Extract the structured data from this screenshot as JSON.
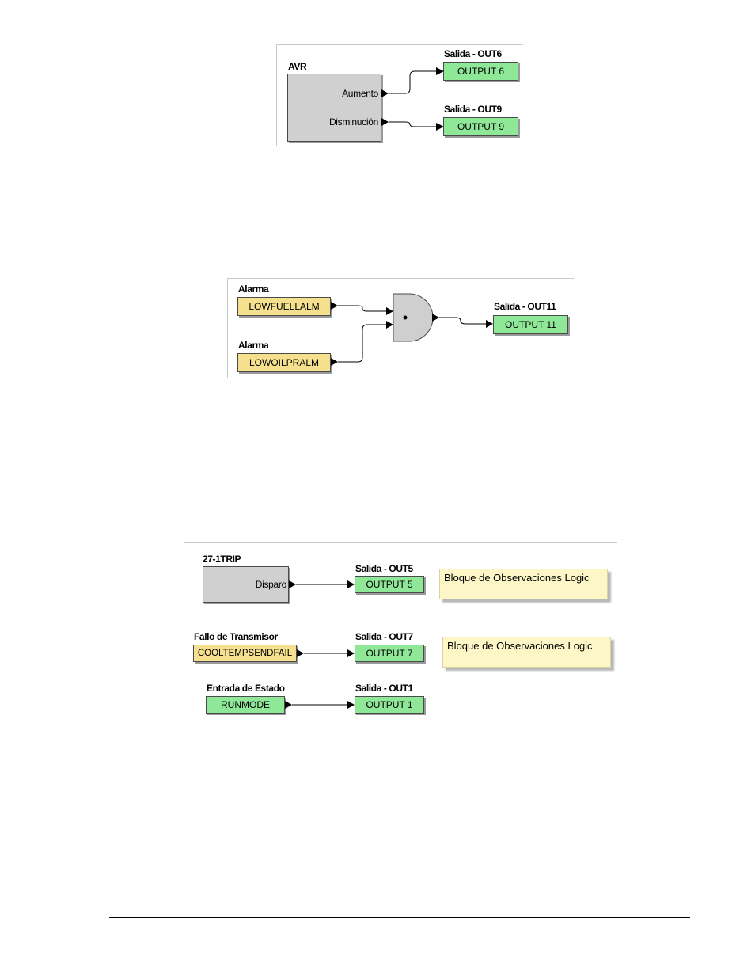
{
  "diagram1": {
    "avr_title": "AVR",
    "port_up": "Aumento",
    "port_down": "Disminución",
    "out_a_title": "Salida - OUT6",
    "out_a_label": "OUTPUT 6",
    "out_b_title": "Salida - OUT9",
    "out_b_label": "OUTPUT 9"
  },
  "diagram2": {
    "alarm1_title": "Alarma",
    "alarm1_label": "LOWFUELLALM",
    "alarm2_title": "Alarma",
    "alarm2_label": "LOWOILPRALM",
    "out_title": "Salida - OUT11",
    "out_label": "OUTPUT 11"
  },
  "diagram3": {
    "trip_title": "27-1TRIP",
    "trip_port": "Disparo",
    "out5_title": "Salida - OUT5",
    "out5_label": "OUTPUT 5",
    "note1": "Bloque de Observaciones Logic",
    "fail_title": "Fallo de Transmisor",
    "fail_label": "COOLTEMPSENDFAIL",
    "out7_title": "Salida - OUT7",
    "out7_label": "OUTPUT 7",
    "note2": "Bloque de Observaciones Logic",
    "input_title": "Entrada de Estado",
    "input_label": "RUNMODE",
    "out1_title": "Salida - OUT1",
    "out1_label": "OUTPUT 1"
  },
  "colors": {
    "output_block": "#8fe898",
    "alarm_block": "#f5e08e",
    "logic_block": "#d0d0d0",
    "note_block": "#fdf6c6"
  }
}
